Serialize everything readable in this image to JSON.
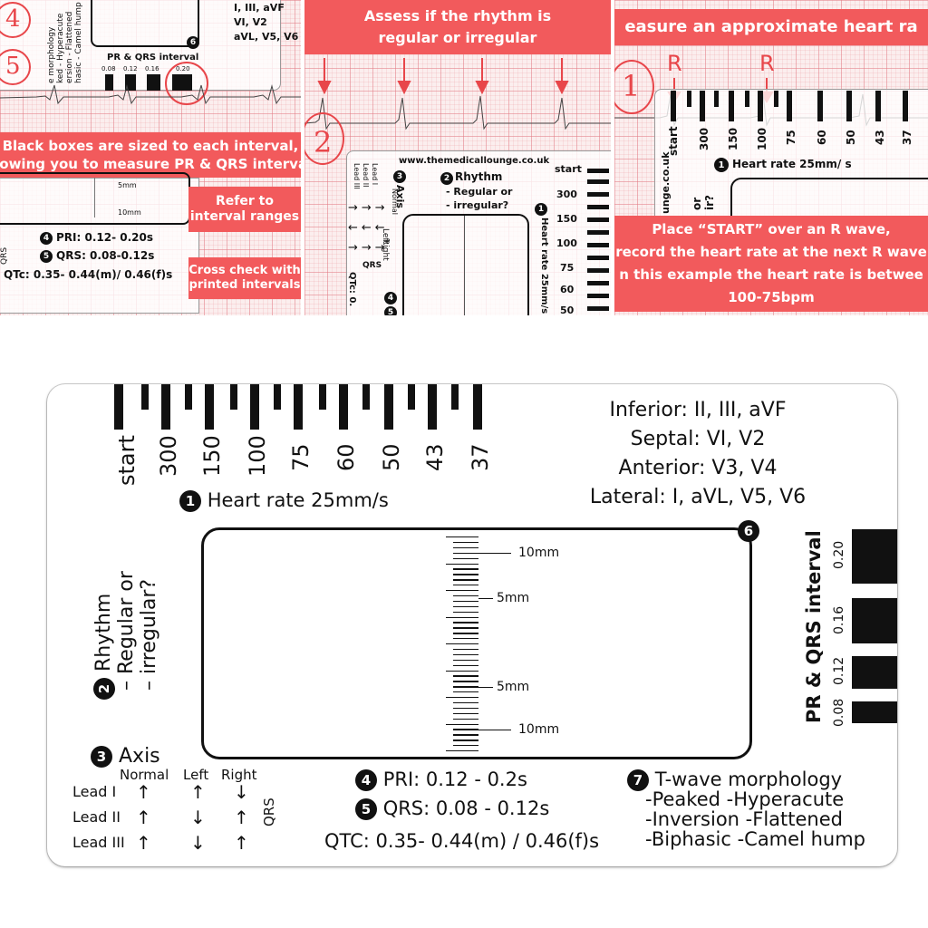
{
  "panels": {
    "p1": {
      "banner_main": [
        "Black boxes are sized to each interval,",
        "allowing you to measure PR & QRS intervals"
      ],
      "banner_refer": [
        "Refer to",
        "interval ranges"
      ],
      "banner_cross": [
        "Cross check with",
        "printed intervals"
      ],
      "handwritten": [
        "4",
        "5"
      ],
      "card_lines": [
        "I, III, aVF",
        "VI, V2",
        "aVL, V5, V6",
        "e morphology",
        "ked  - Hyperacute",
        "ersion  - Flattened",
        "hasic  - Camel hump"
      ],
      "pr_qrs_label": "PR & QRS interval",
      "interval_values": [
        "0.08",
        "0.12",
        "0.16",
        "0.20"
      ],
      "badge": "6",
      "scale_labels": [
        "5mm",
        "10mm"
      ],
      "pri": "PRI: 0.12- 0.20s",
      "qrs": "QRS: 0.08-0.12s",
      "qtc": "QTc: 0.35- 0.44(m)/ 0.46(f)s",
      "badges": [
        "4",
        "5"
      ],
      "edge_text": "QRS"
    },
    "p2": {
      "banner": [
        "Assess if the rhythm is",
        "regular or irregular"
      ],
      "handwritten": "2",
      "url": "www.themedicallounge.co.uk",
      "rhythm_badge": "2",
      "rhythm_title": "Rhythm",
      "rhythm_lines": [
        "- Regular or",
        "- irregular?"
      ],
      "start": "start",
      "rates": [
        "300",
        "150",
        "100",
        "75",
        "60",
        "50"
      ],
      "hr_badge": "1",
      "hr_vertical": "Heart rate 25mm/s",
      "axis_badge": "3",
      "axis_word": "Axis",
      "axis_cols": [
        "Normal",
        "Left",
        "Right"
      ],
      "lead_rows": [
        "Lead I",
        "Lead II",
        "Lead III"
      ],
      "qrs_label": "QRS",
      "bottom_labels": [
        "QTc: 0.",
        "4",
        "5"
      ]
    },
    "p3": {
      "banner_top": "easure an approximate heart ra",
      "r_marks": [
        "R",
        "R"
      ],
      "handwritten": "1",
      "start": "start",
      "rates": [
        "300",
        "150",
        "100",
        "75",
        "60",
        "50",
        "43",
        "37"
      ],
      "hr_badge": "1",
      "hr_label": "Heart rate 25mm/ s",
      "vertical_url": "unge.co.uk",
      "side_text": [
        "or",
        "ir?"
      ],
      "banner_bottom": [
        "Place “START” over an R wave,",
        "record the heart rate at the next R wave",
        "n this example the heart rate is betwee",
        "100-75bpm"
      ]
    }
  },
  "card": {
    "start": "start",
    "rates": [
      "300",
      "150",
      "100",
      "75",
      "60",
      "50",
      "43",
      "37"
    ],
    "hr_badge": "1",
    "hr_label": "Heart rate 25mm/s",
    "leads": [
      "Inferior: II, III, aVF",
      "Septal: VI, V2",
      "Anterior: V3, V4",
      "Lateral: I, aVL, V5, V6"
    ],
    "box_badge": "6",
    "scale_labels": [
      "10mm",
      "5mm",
      "5mm",
      "10mm"
    ],
    "rhythm_badge": "2",
    "rhythm_lines": [
      "Rhythm",
      "– Regular or",
      "– irregular?"
    ],
    "interval_title": "PR & QRS interval",
    "interval_values": [
      "0.20",
      "0.16",
      "0.12",
      "0.08"
    ],
    "axis_badge": "3",
    "axis_title": "Axis",
    "axis_cols": [
      "Normal",
      "Left",
      "Right"
    ],
    "lead_rows": [
      "Lead  I",
      "Lead  II",
      "Lead  III"
    ],
    "axis_arrows": [
      [
        "↑",
        "↑",
        "↓"
      ],
      [
        "↑",
        "↓",
        "↑"
      ],
      [
        "↑",
        "↓",
        "↑"
      ]
    ],
    "qrs_label": "QRS",
    "pri_badge": "4",
    "pri": "PRI: 0.12 - 0.2s",
    "qrs_badge": "5",
    "qrs": "QRS: 0.08 - 0.12s",
    "qtc": "QTC: 0.35- 0.44(m) / 0.46(f)s",
    "twave_badge": "7",
    "twave_title": "T-wave morphology",
    "twave_lines": [
      "-Peaked -Hyperacute",
      "-Inversion -Flattened",
      "-Biphasic -Camel hump"
    ]
  },
  "colors": {
    "banner": "#f25a5c",
    "ink": "#111111",
    "ecg_grid": "#e1787f",
    "annotation": "#e8464a"
  }
}
